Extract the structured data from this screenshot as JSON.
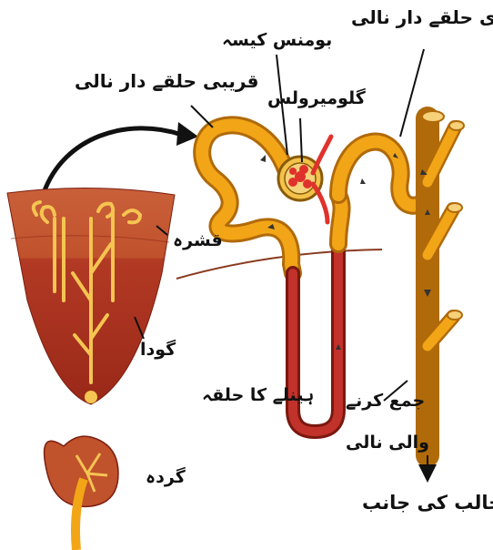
{
  "labels": {
    "distal_tubule": "بعیدی حلقے دار نالی",
    "bowmans_capsule": "بومنس کیسہ",
    "proximal_tubule": "قریبی حلقے دار نالی",
    "glomerulus": "گلومیرولس",
    "cortex": "قشرہ",
    "medulla": "گودا",
    "loop_of_henle": "ہینلے کا حلقہ",
    "collecting_duct_line1": "جمع کرنے",
    "collecting_duct_line2": "والی نالی",
    "kidney": "گردہ",
    "towards_ureter": "حالب کی جانب"
  },
  "colors": {
    "tubule": "#f2a516",
    "tubule_outline": "#b06a0a",
    "cortex": "#c0522c",
    "medulla": "#a52a1a",
    "blood": "#e0322c",
    "loop_dark": "#a32018"
  }
}
